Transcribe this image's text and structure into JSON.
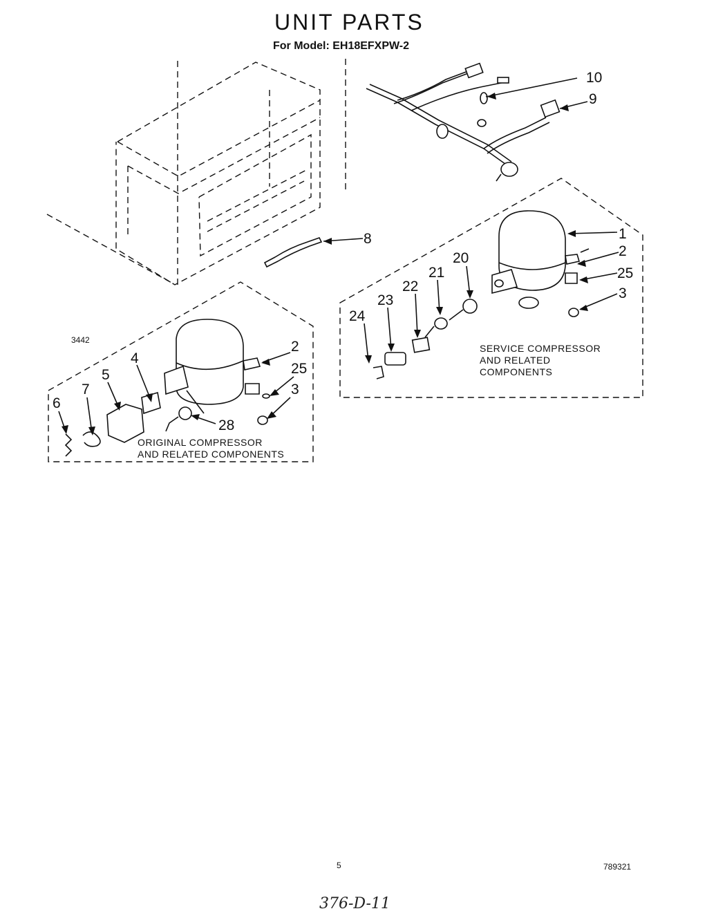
{
  "title": "UNIT PARTS",
  "subtitle": "For Model: EH18EFXPW-2",
  "section_id": "3442",
  "groups": {
    "service": {
      "line1": "SERVICE COMPRESSOR",
      "line2": "AND RELATED",
      "line3": "COMPONENTS"
    },
    "original": {
      "line1": "ORIGINAL COMPRESSOR",
      "line2": "AND RELATED COMPONENTS"
    }
  },
  "callouts": {
    "top": [
      "10",
      "9",
      "8"
    ],
    "service": [
      "1",
      "2",
      "25",
      "3",
      "20",
      "21",
      "22",
      "23",
      "24"
    ],
    "original": [
      "2",
      "25",
      "3",
      "4",
      "5",
      "7",
      "6",
      "28"
    ]
  },
  "footer": {
    "page_number": "5",
    "doc_number": "789321",
    "handwritten": "376-D-11"
  }
}
